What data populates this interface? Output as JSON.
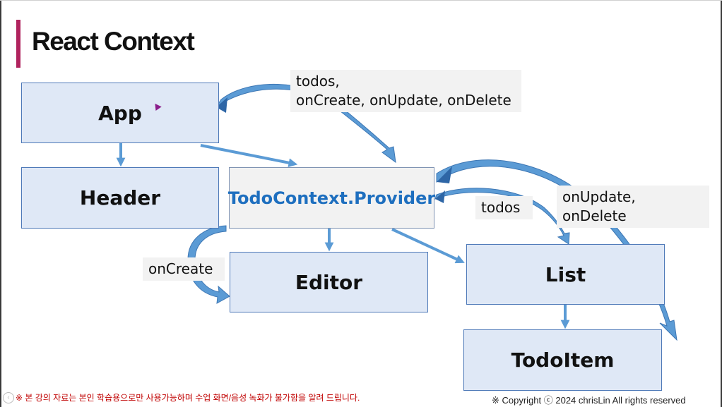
{
  "slide": {
    "title": "React Context"
  },
  "nodes": {
    "app": "App",
    "header": "Header",
    "provider": "TodoContext.Provider",
    "editor": "Editor",
    "list": "List",
    "todoitem": "TodoItem"
  },
  "labels": {
    "app_to_provider": [
      "todos,",
      "onCreate, onUpdate, onDelete"
    ],
    "provider_to_editor": "onCreate",
    "provider_to_list": "todos",
    "provider_to_todoitem": "onUpdate, onDelete"
  },
  "footer": {
    "notice": "※ 본 강의 자료는 본인 학습용으로만 사용가능하며 수업 화면/음성 녹화가 불가함을 알려 드립니다.",
    "copyright": "※ Copyright ⓒ 2024 chrisLin All rights reserved"
  },
  "colors": {
    "accent_bar": "#b0235e",
    "box_fill": "#dfe8f6",
    "box_border": "#4e79b8",
    "provider_text": "#1e6fbf",
    "arrow": "#5b9bd5",
    "curved_arrow": "#4a86c5",
    "notice_text": "#c00000"
  }
}
